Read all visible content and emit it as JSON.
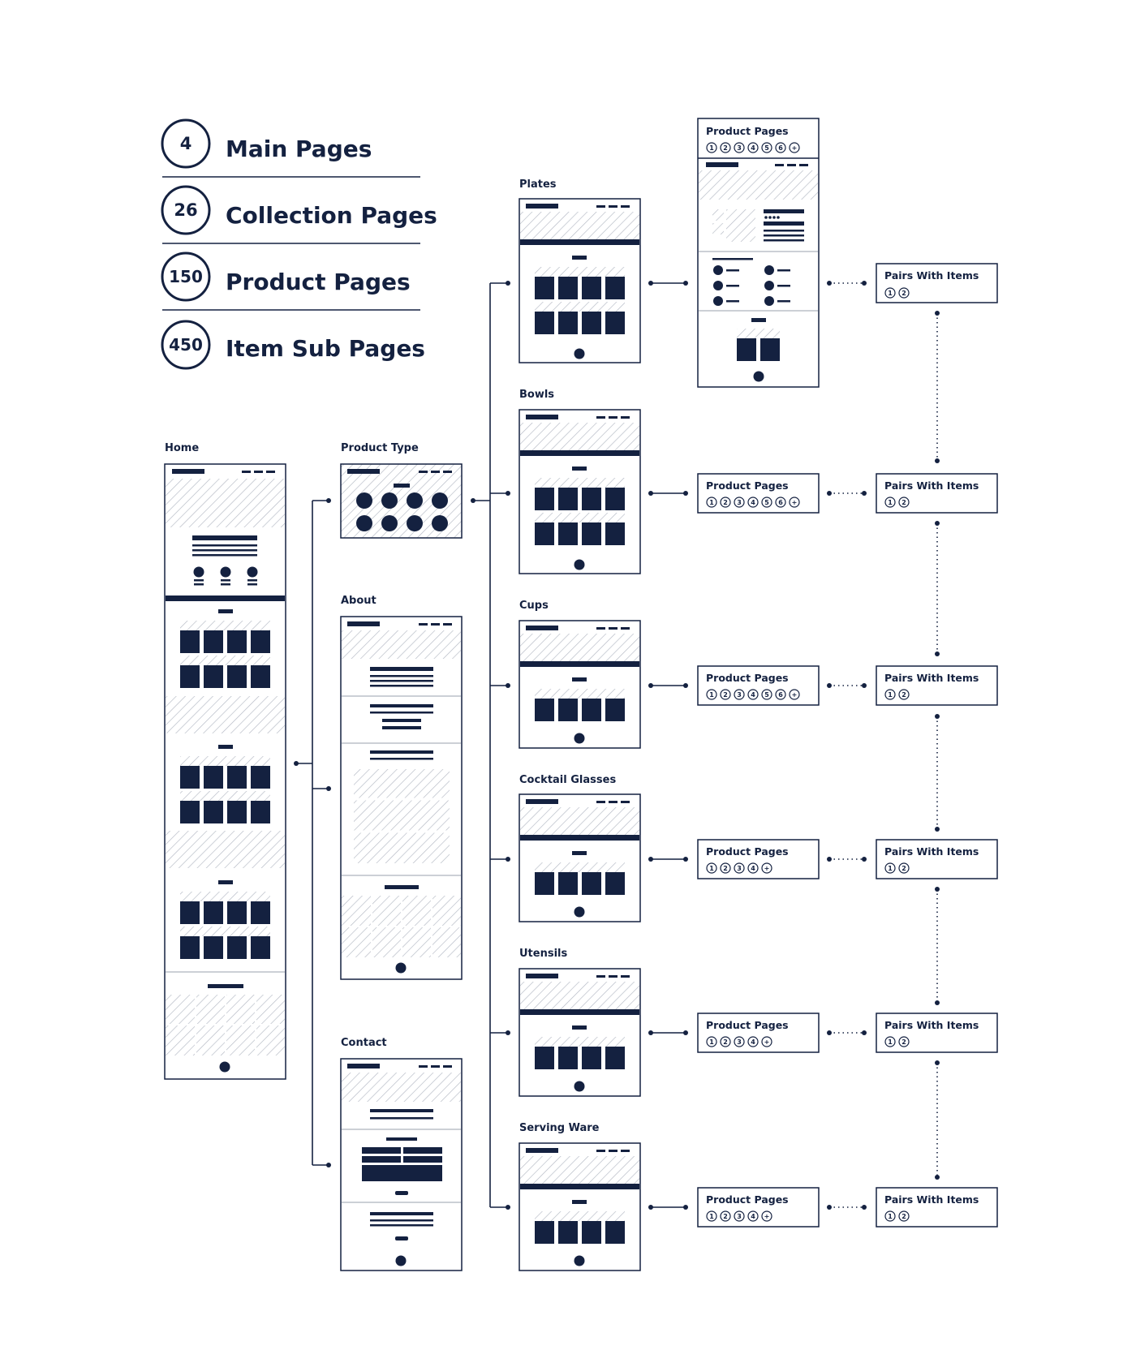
{
  "colors": {
    "ink": "#142140",
    "hatch": "#b4b9c4",
    "divider": "#9aa0ad",
    "background": "#ffffff"
  },
  "stats": [
    {
      "count": "4",
      "label": "Main Pages"
    },
    {
      "count": "26",
      "label": "Collection Pages"
    },
    {
      "count": "150",
      "label": "Product Pages"
    },
    {
      "count": "450",
      "label": "Item Sub Pages"
    }
  ],
  "main_pages": {
    "home": "Home",
    "product_type": "Product Type",
    "about": "About",
    "contact": "Contact"
  },
  "collections": [
    {
      "label": "Plates",
      "product_pages": "Product Pages",
      "chips": [
        "1",
        "2",
        "3",
        "4",
        "5",
        "6",
        "+"
      ],
      "pairs": "Pairs With Items",
      "pair_chips": [
        "1",
        "2"
      ]
    },
    {
      "label": "Bowls",
      "product_pages": "Product Pages",
      "chips": [
        "1",
        "2",
        "3",
        "4",
        "5",
        "6",
        "+"
      ],
      "pairs": "Pairs With Items",
      "pair_chips": [
        "1",
        "2"
      ]
    },
    {
      "label": "Cups",
      "product_pages": "Product Pages",
      "chips": [
        "1",
        "2",
        "3",
        "4",
        "5",
        "6",
        "+"
      ],
      "pairs": "Pairs With Items",
      "pair_chips": [
        "1",
        "2"
      ]
    },
    {
      "label": "Cocktail Glasses",
      "product_pages": "Product Pages",
      "chips": [
        "1",
        "2",
        "3",
        "4",
        "+"
      ],
      "pairs": "Pairs With Items",
      "pair_chips": [
        "1",
        "2"
      ]
    },
    {
      "label": "Utensils",
      "product_pages": "Product Pages",
      "chips": [
        "1",
        "2",
        "3",
        "4",
        "+"
      ],
      "pairs": "Pairs With Items",
      "pair_chips": [
        "1",
        "2"
      ]
    },
    {
      "label": "Serving Ware",
      "product_pages": "Product Pages",
      "chips": [
        "1",
        "2",
        "3",
        "4",
        "+"
      ],
      "pairs": "Pairs With Items",
      "pair_chips": [
        "1",
        "2"
      ]
    }
  ]
}
